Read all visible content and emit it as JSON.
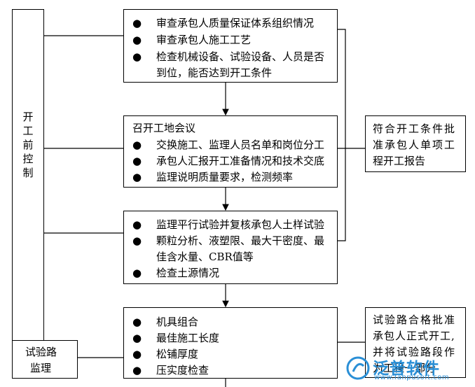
{
  "left_sidebar": {
    "label": "开工前控制"
  },
  "box1": {
    "items": [
      "审查承包人质量保证体系组织情况",
      "审查承包人施工工艺",
      "检查机械设备、试验设备、人员是否",
      "到位，能否达到开工条件"
    ]
  },
  "box2": {
    "title": "召开工地会议",
    "items": [
      "交换施工、监理人员名单和岗位分工",
      "承包人汇报开工准备情况和技术交底",
      "监理说明质量要求，检测频率"
    ]
  },
  "box3": {
    "items": [
      "监理平行试验并复核承包人土样试验",
      "颗粒分析、液塑限、最大干密度、最",
      "佳含水量、CBR值等",
      "检查土源情况"
    ]
  },
  "box4": {
    "items": [
      "机具组合",
      "最佳施工长度",
      "松铺厚度",
      "压实度检查"
    ]
  },
  "right_box1": {
    "lines": [
      "符合开工条件批",
      "准承包人单项工",
      "程开工报告"
    ]
  },
  "right_box2": {
    "lines": [
      "试验路合格批准",
      "承包人正式开工,",
      "并将试验路段作",
      "为工程一部分"
    ]
  },
  "trial_box": {
    "lines": [
      "试验路",
      "监理"
    ]
  },
  "bullet": "●",
  "watermark": {
    "brand": "泛普软件",
    "url": "www.fanpusoft.com",
    "color": "#2a8fd6"
  }
}
